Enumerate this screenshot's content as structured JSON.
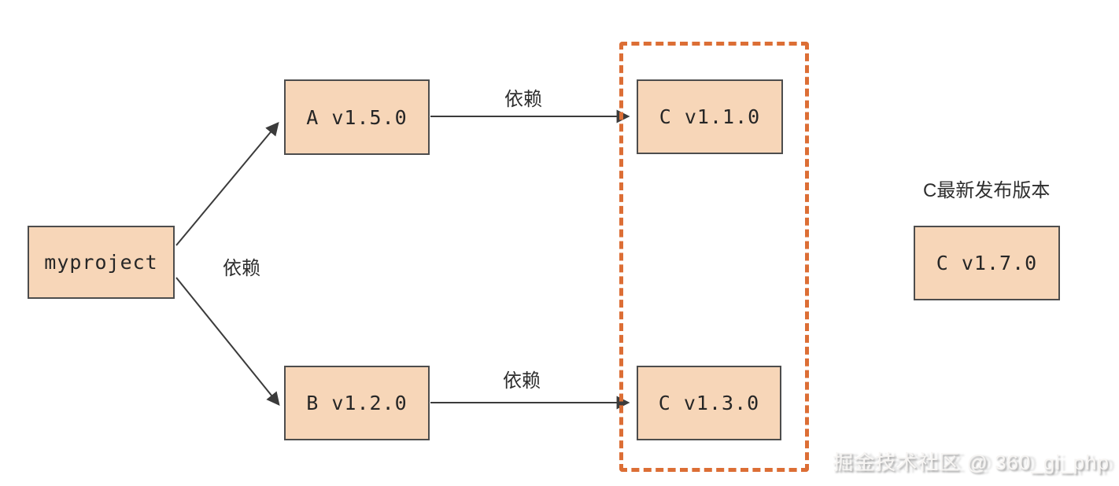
{
  "diagram": {
    "nodes": [
      {
        "id": "myproject",
        "label": "myproject"
      },
      {
        "id": "A",
        "label": "A v1.5.0"
      },
      {
        "id": "B",
        "label": "B v1.2.0"
      },
      {
        "id": "C1",
        "label": "C v1.1.0"
      },
      {
        "id": "C3",
        "label": "C v1.3.0"
      },
      {
        "id": "C7",
        "label": "C v1.7.0"
      }
    ],
    "edges": [
      {
        "from": "myproject",
        "to": "A",
        "label": "依赖"
      },
      {
        "from": "myproject",
        "to": "B",
        "label": "依赖"
      },
      {
        "from": "A",
        "to": "C1",
        "label": "依赖"
      },
      {
        "from": "B",
        "to": "C3",
        "label": "依赖"
      }
    ],
    "annotations": {
      "latest_release_caption": "C最新发布版本"
    },
    "colors": {
      "node_fill": "#f7d6b8",
      "node_border": "#4d4d4d",
      "dashed_group_border": "#dc6e35",
      "arrow": "#3b3b3b"
    }
  },
  "watermark": {
    "text": "掘金技术社区 @ 360_gi_php"
  }
}
